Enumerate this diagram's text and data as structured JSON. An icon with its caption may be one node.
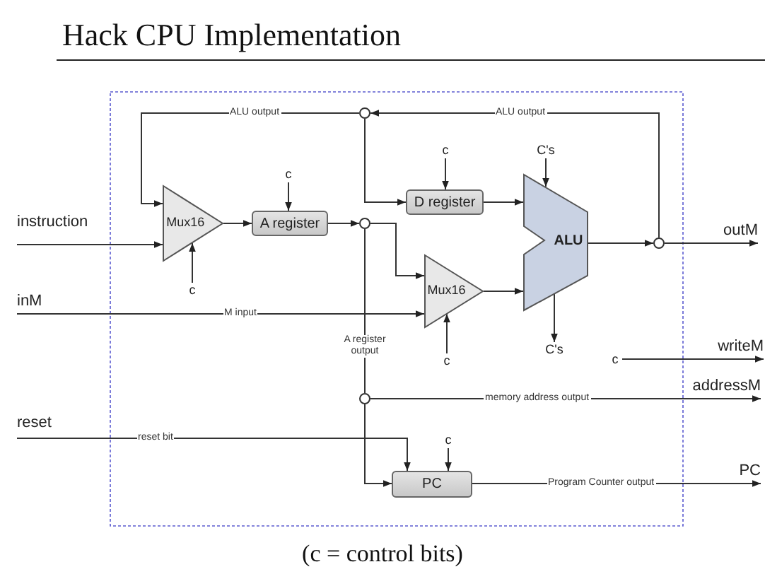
{
  "diagram": {
    "title": "Hack CPU Implementation",
    "caption": "(c = control bits)",
    "nodes": [
      {
        "text": [
          "instruction"
        ]
      },
      {
        "text": [
          "inM"
        ]
      },
      {
        "text": [
          "reset"
        ]
      },
      {
        "text": [
          "Mux16"
        ]
      },
      {
        "text": [
          "A register"
        ]
      },
      {
        "text": [],
        "shape": "circle"
      },
      {
        "text": [],
        "shape": "circle"
      },
      {
        "text": [
          "D register"
        ]
      },
      {
        "text": [
          "Mux16"
        ]
      },
      {
        "text": [
          "ALU"
        ]
      },
      {
        "text": [],
        "shape": "circle"
      },
      {
        "text": [
          "outM"
        ]
      },
      {
        "text": [],
        "shape": "circle"
      },
      {
        "text": [
          "PC"
        ]
      },
      {
        "text": [
          "c"
        ]
      },
      {
        "text": [
          "c"
        ]
      },
      {
        "text": [
          "c"
        ]
      },
      {
        "text": [
          "C's"
        ]
      },
      {
        "text": [
          "C's"
        ]
      },
      {
        "text": [
          "c"
        ]
      },
      {
        "text": [
          "c"
        ]
      },
      {
        "text": [
          "writeM"
        ]
      },
      {
        "text": [
          "addressM"
        ]
      },
      {
        "text": [
          "c"
        ]
      },
      {
        "text": [
          "PC"
        ]
      }
    ],
    "edges": [
      {
        "from": 0,
        "to": 3,
        "arrow": "to"
      },
      {
        "from": 1,
        "to": 8,
        "arrow": "to",
        "label": "M input"
      },
      {
        "from": 2,
        "to": 13,
        "arrow": "to",
        "label": "reset bit"
      },
      {
        "from": 6,
        "to": 3,
        "arrow": "to",
        "label": "ALU output"
      },
      {
        "from": 10,
        "to": 6,
        "arrow": "to",
        "label": "ALU output"
      },
      {
        "from": 6,
        "to": 7,
        "arrow": "to"
      },
      {
        "from": 3,
        "to": 4,
        "arrow": "to"
      },
      {
        "from": 4,
        "to": 5,
        "arrow": "to"
      },
      {
        "from": 5,
        "to": 8,
        "arrow": "to"
      },
      {
        "from": 7,
        "to": 9,
        "arrow": "to"
      },
      {
        "from": 8,
        "to": 9,
        "arrow": "to"
      },
      {
        "from": 9,
        "to": 10,
        "arrow": "to"
      },
      {
        "from": 10,
        "to": 11,
        "arrow": "to"
      },
      {
        "from": 5,
        "to": 12,
        "arrow": "none",
        "label": "A register output"
      },
      {
        "from": 12,
        "to": 22,
        "arrow": "to",
        "label": "memory address output"
      },
      {
        "from": 12,
        "to": 13,
        "arrow": "to"
      },
      {
        "from": 13,
        "to": 24,
        "arrow": "to",
        "label": "Program Counter output"
      },
      {
        "from": 14,
        "to": 4,
        "arrow": "to"
      },
      {
        "from": 15,
        "to": 3,
        "arrow": "to"
      },
      {
        "from": 16,
        "to": 7,
        "arrow": "to"
      },
      {
        "from": 17,
        "to": 9,
        "arrow": "to"
      },
      {
        "from": 9,
        "to": 18,
        "arrow": "to"
      },
      {
        "from": 19,
        "to": 8,
        "arrow": "to"
      },
      {
        "from": 20,
        "to": 21,
        "arrow": "to"
      },
      {
        "from": 23,
        "to": 13,
        "arrow": "to"
      }
    ]
  }
}
